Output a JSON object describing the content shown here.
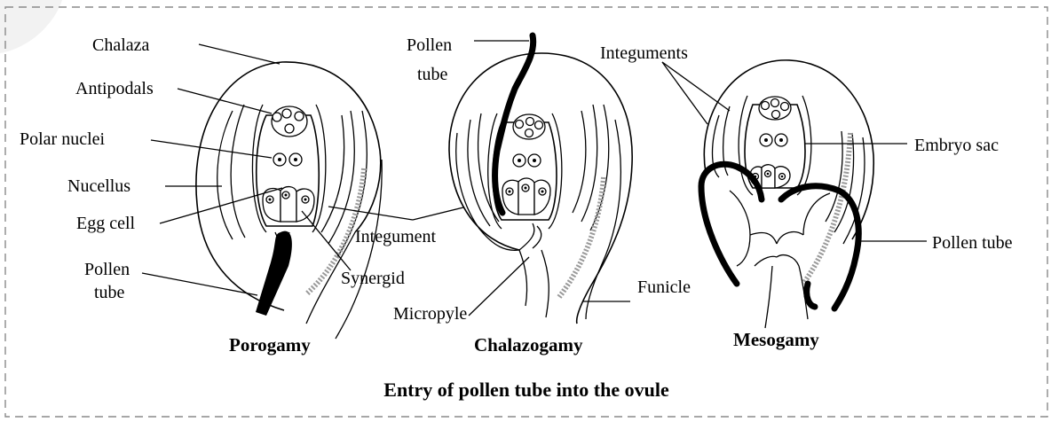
{
  "caption": "Entry of pollen tube into the ovule",
  "porogamy": {
    "title": "Porogamy",
    "labels": {
      "chalaza": "Chalaza",
      "antipodals": "Antipodals",
      "polar_nuclei": "Polar nuclei",
      "nucellus": "Nucellus",
      "egg_cell": "Egg cell",
      "pollen_tube_1": "Pollen",
      "pollen_tube_2": "tube",
      "synergid": "Synergid",
      "integument": "Integument"
    }
  },
  "chalazogamy": {
    "title": "Chalazogamy",
    "labels": {
      "pollen_tube_1": "Pollen",
      "pollen_tube_2": "tube",
      "micropyle": "Micropyle",
      "funicle": "Funicle"
    }
  },
  "mesogamy": {
    "title": "Mesogamy",
    "labels": {
      "integuments": "Integuments",
      "embryo_sac": "Embryo sac",
      "pollen_tube": "Pollen tube"
    }
  }
}
